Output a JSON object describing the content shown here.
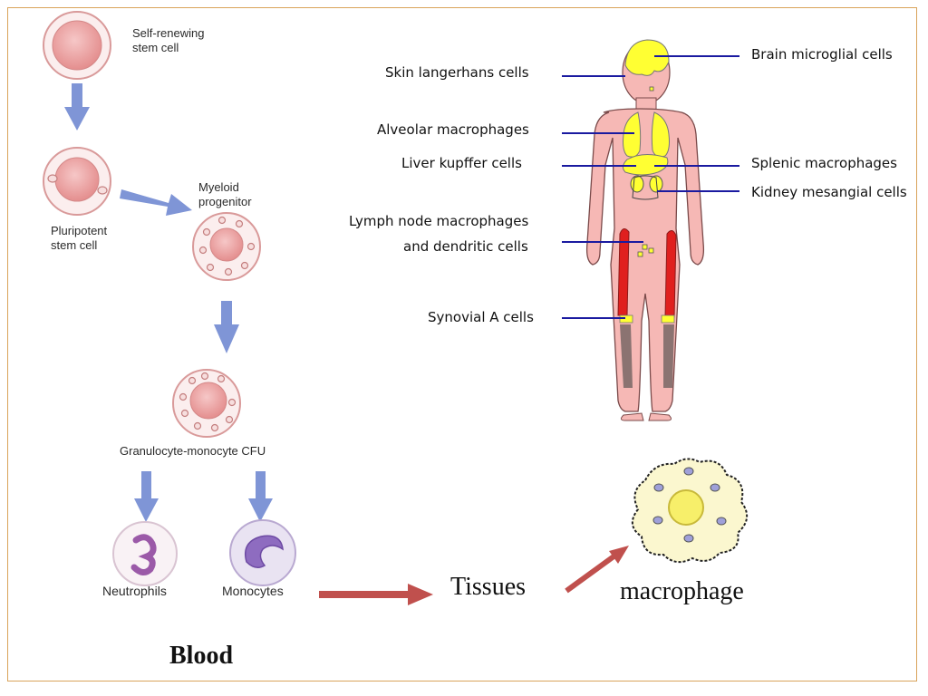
{
  "lineage": {
    "self_renewing": "Self-renewing\nstem cell",
    "pluripotent": "Pluripotent\nstem cell",
    "myeloid": "Myeloid\nprogenitor",
    "gm_cfu": "Granulocyte-monocyte CFU",
    "neutrophils": "Neutrophils",
    "monocytes": "Monocytes",
    "blood": "Blood"
  },
  "flow": {
    "tissues": "Tissues",
    "macrophage": "macrophage"
  },
  "body_labels": {
    "skin": "Skin langerhans cells",
    "alveolar": "Alveolar macrophages",
    "liver": "Liver kupffer cells",
    "lymph_1": "Lymph node macrophages",
    "lymph_2": "and dendritic cells",
    "synovial": "Synovial A cells",
    "brain": "Brain microglial cells",
    "splenic": "Splenic macrophages",
    "kidney": "Kidney mesangial cells"
  },
  "colors": {
    "frame": "#d9a35a",
    "arrow_blue": "#7f95d6",
    "arrow_red": "#c0504d",
    "leader_line": "#1a1aa0",
    "skin": "#f6b8b5",
    "organ_yellow": "#ffff33",
    "bone_red": "#e0201e"
  }
}
